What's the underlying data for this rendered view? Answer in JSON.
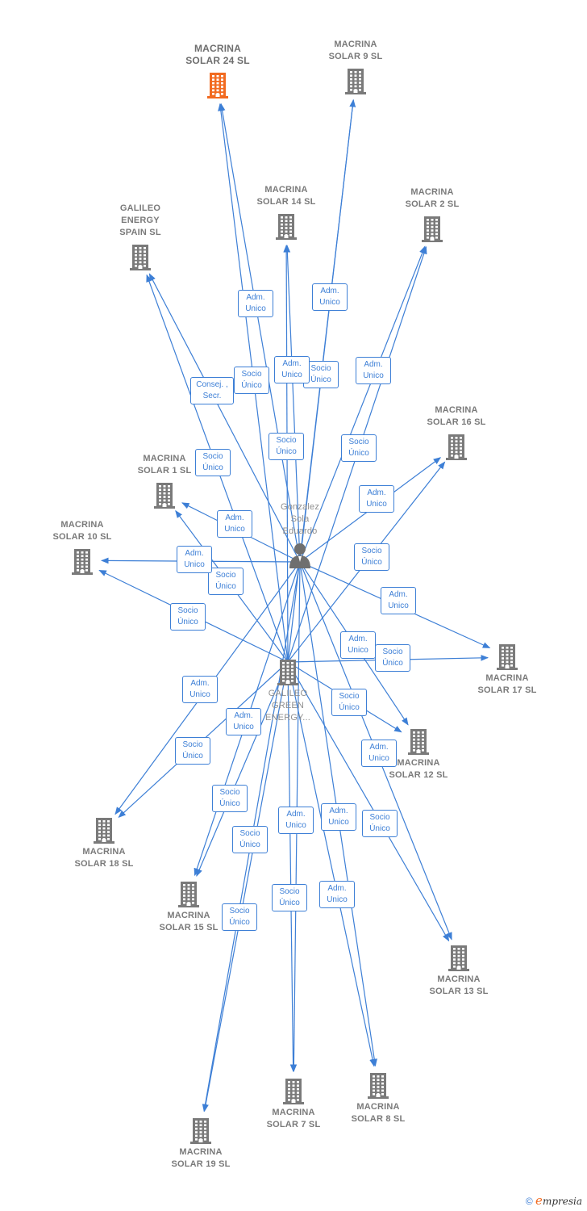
{
  "colors": {
    "edge": "#3d7fd6",
    "company_icon": "#7a7a7a",
    "focus_icon": "#f26b21",
    "person_icon": "#6f6f6f"
  },
  "nodes": [
    {
      "id": "n24",
      "label": "MACRINA\nSOLAR 24  SL",
      "kind": "company",
      "focus": true
    },
    {
      "id": "n9",
      "label": "MACRINA\nSOLAR 9  SL",
      "kind": "company"
    },
    {
      "id": "n14",
      "label": "MACRINA\nSOLAR 14  SL",
      "kind": "company"
    },
    {
      "id": "n2",
      "label": "MACRINA\nSOLAR 2  SL",
      "kind": "company"
    },
    {
      "id": "galileo_spain",
      "label": "GALILEO\nENERGY\nSPAIN  SL",
      "kind": "company"
    },
    {
      "id": "n16",
      "label": "MACRINA\nSOLAR 16  SL",
      "kind": "company"
    },
    {
      "id": "n1",
      "label": "MACRINA\nSOLAR 1  SL",
      "kind": "company"
    },
    {
      "id": "n10",
      "label": "MACRINA\nSOLAR 10  SL",
      "kind": "company"
    },
    {
      "id": "person",
      "label": "Gonzalez\nSola\nEduardo",
      "kind": "person"
    },
    {
      "id": "galileo_green",
      "label": "GALILEO\nGREEN\nENERGY...",
      "kind": "company"
    },
    {
      "id": "n17",
      "label": "MACRINA\nSOLAR 17  SL",
      "kind": "company"
    },
    {
      "id": "n12",
      "label": "MACRINA\nSOLAR 12  SL",
      "kind": "company"
    },
    {
      "id": "n18",
      "label": "MACRINA\nSOLAR 18  SL",
      "kind": "company"
    },
    {
      "id": "n15",
      "label": "MACRINA\nSOLAR 15  SL",
      "kind": "company"
    },
    {
      "id": "n13",
      "label": "MACRINA\nSOLAR 13  SL",
      "kind": "company"
    },
    {
      "id": "n7",
      "label": "MACRINA\nSOLAR 7  SL",
      "kind": "company"
    },
    {
      "id": "n8",
      "label": "MACRINA\nSOLAR 8  SL",
      "kind": "company"
    },
    {
      "id": "n19",
      "label": "MACRINA\nSOLAR 19  SL",
      "kind": "company"
    }
  ],
  "edges": [
    {
      "from": "person",
      "to": "n24",
      "label": "Adm.\nUnico"
    },
    {
      "from": "galileo_green",
      "to": "n24",
      "label": "Socio\nÚnico"
    },
    {
      "from": "person",
      "to": "n9",
      "label": "Adm.\nUnico"
    },
    {
      "from": "galileo_green",
      "to": "n9",
      "label": "Socio\nÚnico"
    },
    {
      "from": "person",
      "to": "n14",
      "label": "Adm.\nUnico"
    },
    {
      "from": "galileo_green",
      "to": "n14",
      "label": "Socio\nÚnico"
    },
    {
      "from": "person",
      "to": "n2",
      "label": "Adm.\nUnico"
    },
    {
      "from": "galileo_green",
      "to": "n2",
      "label": "Socio\nÚnico"
    },
    {
      "from": "person",
      "to": "galileo_spain",
      "label": "Consej. ,\nSecr."
    },
    {
      "from": "galileo_green",
      "to": "galileo_spain",
      "label": "Socio\nÚnico"
    },
    {
      "from": "person",
      "to": "n16",
      "label": "Adm.\nUnico"
    },
    {
      "from": "galileo_green",
      "to": "n16",
      "label": "Socio\nÚnico"
    },
    {
      "from": "person",
      "to": "n1",
      "label": "Adm.\nUnico"
    },
    {
      "from": "galileo_green",
      "to": "n1",
      "label": "Socio\nÚnico"
    },
    {
      "from": "person",
      "to": "n10",
      "label": "Adm.\nUnico"
    },
    {
      "from": "galileo_green",
      "to": "n10",
      "label": "Socio\nÚnico"
    },
    {
      "from": "person",
      "to": "n17",
      "label": "Adm.\nUnico"
    },
    {
      "from": "galileo_green",
      "to": "n17",
      "label": "Socio\nÚnico"
    },
    {
      "from": "person",
      "to": "n12",
      "label": "Adm.\nUnico"
    },
    {
      "from": "galileo_green",
      "to": "n12",
      "label": "Socio\nÚnico"
    },
    {
      "from": "person",
      "to": "n18",
      "label": "Adm.\nUnico"
    },
    {
      "from": "galileo_green",
      "to": "n18",
      "label": "Socio\nÚnico"
    },
    {
      "from": "person",
      "to": "n15",
      "label": "Adm.\nUnico"
    },
    {
      "from": "galileo_green",
      "to": "n15",
      "label": "Socio\nÚnico"
    },
    {
      "from": "person",
      "to": "n13",
      "label": "Adm.\nUnico"
    },
    {
      "from": "galileo_green",
      "to": "n13",
      "label": "Socio\nÚnico"
    },
    {
      "from": "person",
      "to": "n7",
      "label": "Adm.\nUnico"
    },
    {
      "from": "galileo_green",
      "to": "n7",
      "label": "Socio\nÚnico"
    },
    {
      "from": "person",
      "to": "n8",
      "label": "Adm.\nUnico"
    },
    {
      "from": "galileo_green",
      "to": "n8",
      "label": "Socio\nÚnico"
    },
    {
      "from": "person",
      "to": "n19",
      "label": "Adm.\nUnico"
    },
    {
      "from": "galileo_green",
      "to": "n19",
      "label": "Socio\nÚnico"
    }
  ],
  "copyright": {
    "symbol": "©",
    "brand_initial": "e",
    "brand_rest": "mpresia"
  }
}
